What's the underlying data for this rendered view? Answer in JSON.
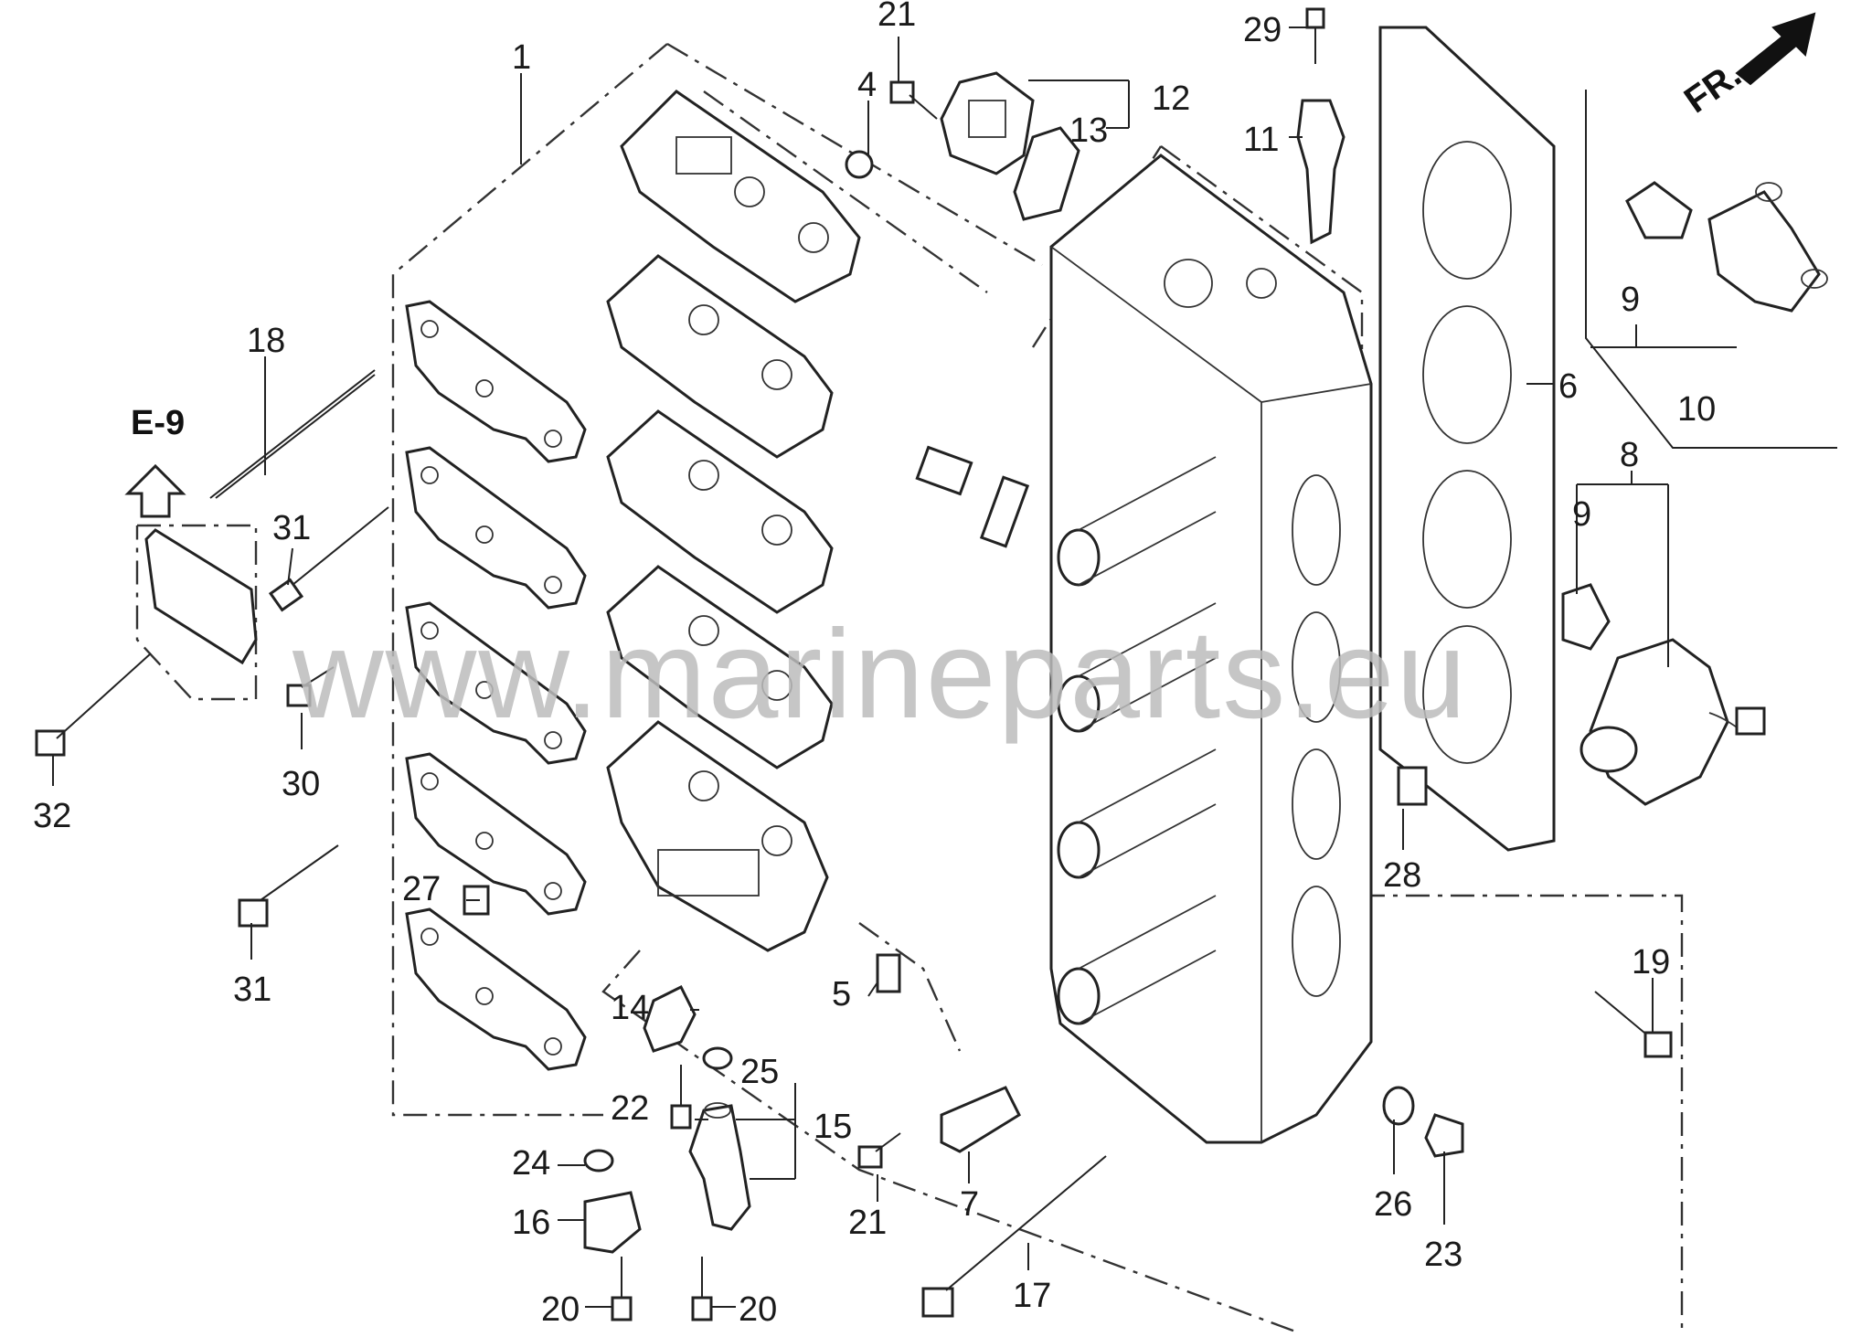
{
  "watermark": "www.marineparts.eu",
  "reference_label": "E-9",
  "direction_label": "FR.",
  "callouts": {
    "c1": "1",
    "c4": "4",
    "c5": "5",
    "c6": "6",
    "c7": "7",
    "c8": "8",
    "c9a": "9",
    "c9b": "9",
    "c10": "10",
    "c11": "11",
    "c12": "12",
    "c13": "13",
    "c14": "14",
    "c15": "15",
    "c16": "16",
    "c17": "17",
    "c18": "18",
    "c19": "19",
    "c20a": "20",
    "c20b": "20",
    "c21a": "21",
    "c21b": "21",
    "c22": "22",
    "c23": "23",
    "c24": "24",
    "c25": "25",
    "c26": "26",
    "c27": "27",
    "c28": "28",
    "c29": "29",
    "c30": "30",
    "c31a": "31",
    "c31b": "31",
    "c32": "32"
  }
}
